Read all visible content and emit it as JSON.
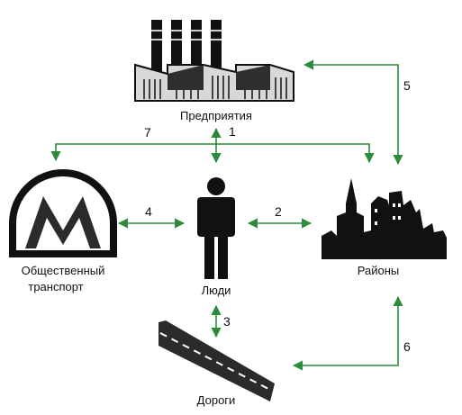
{
  "colors": {
    "arrow": "#2e8b3e",
    "icon": "#111111",
    "factory_body": "#d8d8d8",
    "road": "#2b2b2b"
  },
  "nodes": {
    "enterprises": {
      "label": "Предприятия",
      "icon": "factory-icon"
    },
    "people": {
      "label": "Люди",
      "icon": "person-icon"
    },
    "districts": {
      "label": "Районы",
      "icon": "city-skyline-icon"
    },
    "transport": {
      "label_line1": "Общественный",
      "label_line2": "транспорт",
      "icon": "metro-logo-icon"
    },
    "roads": {
      "label": "Дороги",
      "icon": "road-icon"
    }
  },
  "links": [
    {
      "id": "1",
      "from": "people",
      "to": "enterprises",
      "directed": "both"
    },
    {
      "id": "2",
      "from": "people",
      "to": "districts",
      "directed": "both"
    },
    {
      "id": "3",
      "from": "people",
      "to": "roads",
      "directed": "both"
    },
    {
      "id": "4",
      "from": "people",
      "to": "transport",
      "directed": "both"
    },
    {
      "id": "5",
      "from": "districts",
      "to": "enterprises",
      "directed": "both"
    },
    {
      "id": "6",
      "from": "districts",
      "to": "roads",
      "directed": "both"
    },
    {
      "id": "7",
      "from": "enterprises",
      "to": "transport+districts",
      "directed": "one"
    }
  ]
}
